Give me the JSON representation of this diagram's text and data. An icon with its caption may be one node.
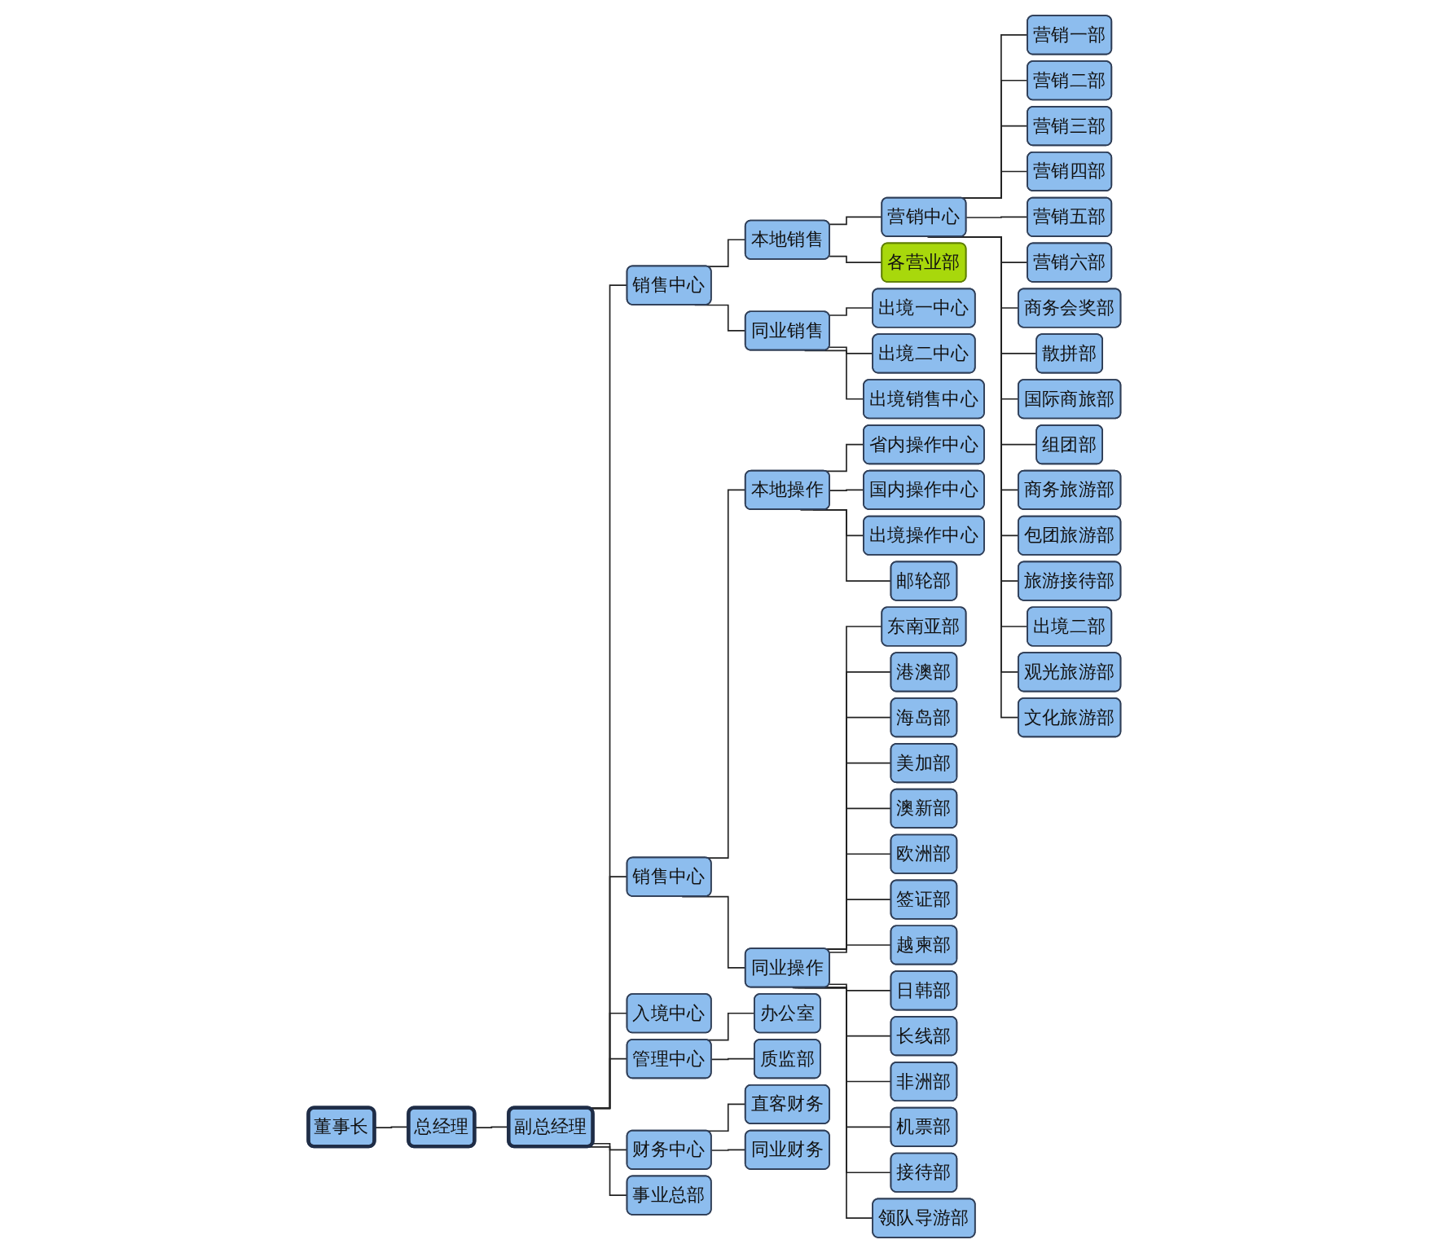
{
  "diagram": {
    "nodes": [
      {
        "text": [
          "董事长"
        ]
      },
      {
        "text": [
          "总经理"
        ]
      },
      {
        "text": [
          "副总经理"
        ]
      },
      {
        "text": [
          "销售中心"
        ]
      },
      {
        "text": [
          "销售中心"
        ]
      },
      {
        "text": [
          "入境中心"
        ]
      },
      {
        "text": [
          "管理中心"
        ]
      },
      {
        "text": [
          "财务中心"
        ]
      },
      {
        "text": [
          "事业总部"
        ]
      },
      {
        "text": [
          "本地销售"
        ]
      },
      {
        "text": [
          "同业销售"
        ]
      },
      {
        "text": [
          "本地操作"
        ]
      },
      {
        "text": [
          "同业操作"
        ]
      },
      {
        "text": [
          "办公室"
        ]
      },
      {
        "text": [
          "直客财务"
        ]
      },
      {
        "text": [
          "营销中心"
        ]
      },
      {
        "text": [
          "各营业部"
        ]
      },
      {
        "text": [
          "出境一中心"
        ]
      },
      {
        "text": [
          "省内操作中心"
        ]
      },
      {
        "text": [
          "东南亚部"
        ]
      },
      {
        "text": [
          "港澳部"
        ]
      },
      {
        "text": [
          "质监部"
        ]
      },
      {
        "text": [
          "同业财务"
        ]
      },
      {
        "text": [
          "营销一部"
        ]
      },
      {
        "text": [
          "营销二部"
        ]
      },
      {
        "text": [
          "出境二中心"
        ]
      },
      {
        "text": [
          "国内操作中心"
        ]
      },
      {
        "text": [
          "海岛部"
        ]
      },
      {
        "text": [
          "美加部"
        ]
      },
      {
        "text": [
          "营销三部"
        ]
      },
      {
        "text": [
          "营销四部"
        ]
      },
      {
        "text": [
          "出境销售中心"
        ]
      },
      {
        "text": [
          "出境操作中心"
        ]
      },
      {
        "text": [
          "澳新部"
        ]
      },
      {
        "text": [
          "欧洲部"
        ]
      },
      {
        "text": [
          "营销五部"
        ]
      },
      {
        "text": [
          "营销六部"
        ]
      },
      {
        "text": [
          "邮轮部"
        ]
      },
      {
        "text": [
          "签证部"
        ]
      },
      {
        "text": [
          "越柬部"
        ]
      },
      {
        "text": [
          "商务会奖部"
        ]
      },
      {
        "text": [
          "散拼部"
        ]
      },
      {
        "text": [
          "日韩部"
        ]
      },
      {
        "text": [
          "长线部"
        ]
      },
      {
        "text": [
          "国际商旅部"
        ]
      },
      {
        "text": [
          "组团部"
        ]
      },
      {
        "text": [
          "非洲部"
        ]
      },
      {
        "text": [
          "机票部"
        ]
      },
      {
        "text": [
          "商务旅游部"
        ]
      },
      {
        "text": [
          "包团旅游部"
        ]
      },
      {
        "text": [
          "接待部"
        ]
      },
      {
        "text": [
          "领队导游部"
        ]
      },
      {
        "text": [
          "旅游接待部"
        ]
      },
      {
        "text": [
          "出境二部"
        ]
      },
      {
        "text": [
          "观光旅游部"
        ]
      },
      {
        "text": [
          "文化旅游部"
        ]
      }
    ],
    "edges": [
      {
        "from": 0,
        "to": 1,
        "arrow": "none"
      },
      {
        "from": 1,
        "to": 2,
        "arrow": "none"
      },
      {
        "from": 2,
        "to": 3,
        "arrow": "none"
      },
      {
        "from": 2,
        "to": 4,
        "arrow": "none"
      },
      {
        "from": 2,
        "to": 5,
        "arrow": "none"
      },
      {
        "from": 2,
        "to": 6,
        "arrow": "none"
      },
      {
        "from": 2,
        "to": 7,
        "arrow": "none"
      },
      {
        "from": 2,
        "to": 8,
        "arrow": "none"
      },
      {
        "from": 3,
        "to": 9,
        "arrow": "none"
      },
      {
        "from": 3,
        "to": 10,
        "arrow": "none"
      },
      {
        "from": 4,
        "to": 11,
        "arrow": "none"
      },
      {
        "from": 4,
        "to": 12,
        "arrow": "none"
      },
      {
        "from": 6,
        "to": 13,
        "arrow": "none"
      },
      {
        "from": 6,
        "to": 21,
        "arrow": "none"
      },
      {
        "from": 7,
        "to": 14,
        "arrow": "none"
      },
      {
        "from": 7,
        "to": 22,
        "arrow": "none"
      },
      {
        "from": 9,
        "to": 15,
        "arrow": "none"
      },
      {
        "from": 9,
        "to": 16,
        "arrow": "none"
      },
      {
        "from": 10,
        "to": 17,
        "arrow": "none"
      },
      {
        "from": 10,
        "to": 25,
        "arrow": "none"
      },
      {
        "from": 10,
        "to": 31,
        "arrow": "none"
      },
      {
        "from": 11,
        "to": 18,
        "arrow": "none"
      },
      {
        "from": 11,
        "to": 26,
        "arrow": "none"
      },
      {
        "from": 11,
        "to": 32,
        "arrow": "none"
      },
      {
        "from": 11,
        "to": 37,
        "arrow": "none"
      },
      {
        "from": 12,
        "to": 19,
        "arrow": "none"
      },
      {
        "from": 12,
        "to": 20,
        "arrow": "none"
      },
      {
        "from": 12,
        "to": 27,
        "arrow": "none"
      },
      {
        "from": 12,
        "to": 28,
        "arrow": "none"
      },
      {
        "from": 12,
        "to": 33,
        "arrow": "none"
      },
      {
        "from": 12,
        "to": 34,
        "arrow": "none"
      },
      {
        "from": 12,
        "to": 38,
        "arrow": "none"
      },
      {
        "from": 12,
        "to": 39,
        "arrow": "none"
      },
      {
        "from": 12,
        "to": 42,
        "arrow": "none"
      },
      {
        "from": 12,
        "to": 43,
        "arrow": "none"
      },
      {
        "from": 12,
        "to": 46,
        "arrow": "none"
      },
      {
        "from": 12,
        "to": 47,
        "arrow": "none"
      },
      {
        "from": 12,
        "to": 50,
        "arrow": "none"
      },
      {
        "from": 12,
        "to": 51,
        "arrow": "none"
      },
      {
        "from": 15,
        "to": 23,
        "arrow": "none"
      },
      {
        "from": 15,
        "to": 24,
        "arrow": "none"
      },
      {
        "from": 15,
        "to": 29,
        "arrow": "none"
      },
      {
        "from": 15,
        "to": 30,
        "arrow": "none"
      },
      {
        "from": 15,
        "to": 35,
        "arrow": "none"
      },
      {
        "from": 15,
        "to": 36,
        "arrow": "none"
      },
      {
        "from": 15,
        "to": 40,
        "arrow": "none"
      },
      {
        "from": 15,
        "to": 41,
        "arrow": "none"
      },
      {
        "from": 15,
        "to": 44,
        "arrow": "none"
      },
      {
        "from": 15,
        "to": 45,
        "arrow": "none"
      },
      {
        "from": 15,
        "to": 48,
        "arrow": "none"
      },
      {
        "from": 15,
        "to": 49,
        "arrow": "none"
      },
      {
        "from": 15,
        "to": 52,
        "arrow": "none"
      },
      {
        "from": 15,
        "to": 53,
        "arrow": "none"
      },
      {
        "from": 15,
        "to": 54,
        "arrow": "none"
      },
      {
        "from": 15,
        "to": 55,
        "arrow": "none"
      }
    ]
  }
}
